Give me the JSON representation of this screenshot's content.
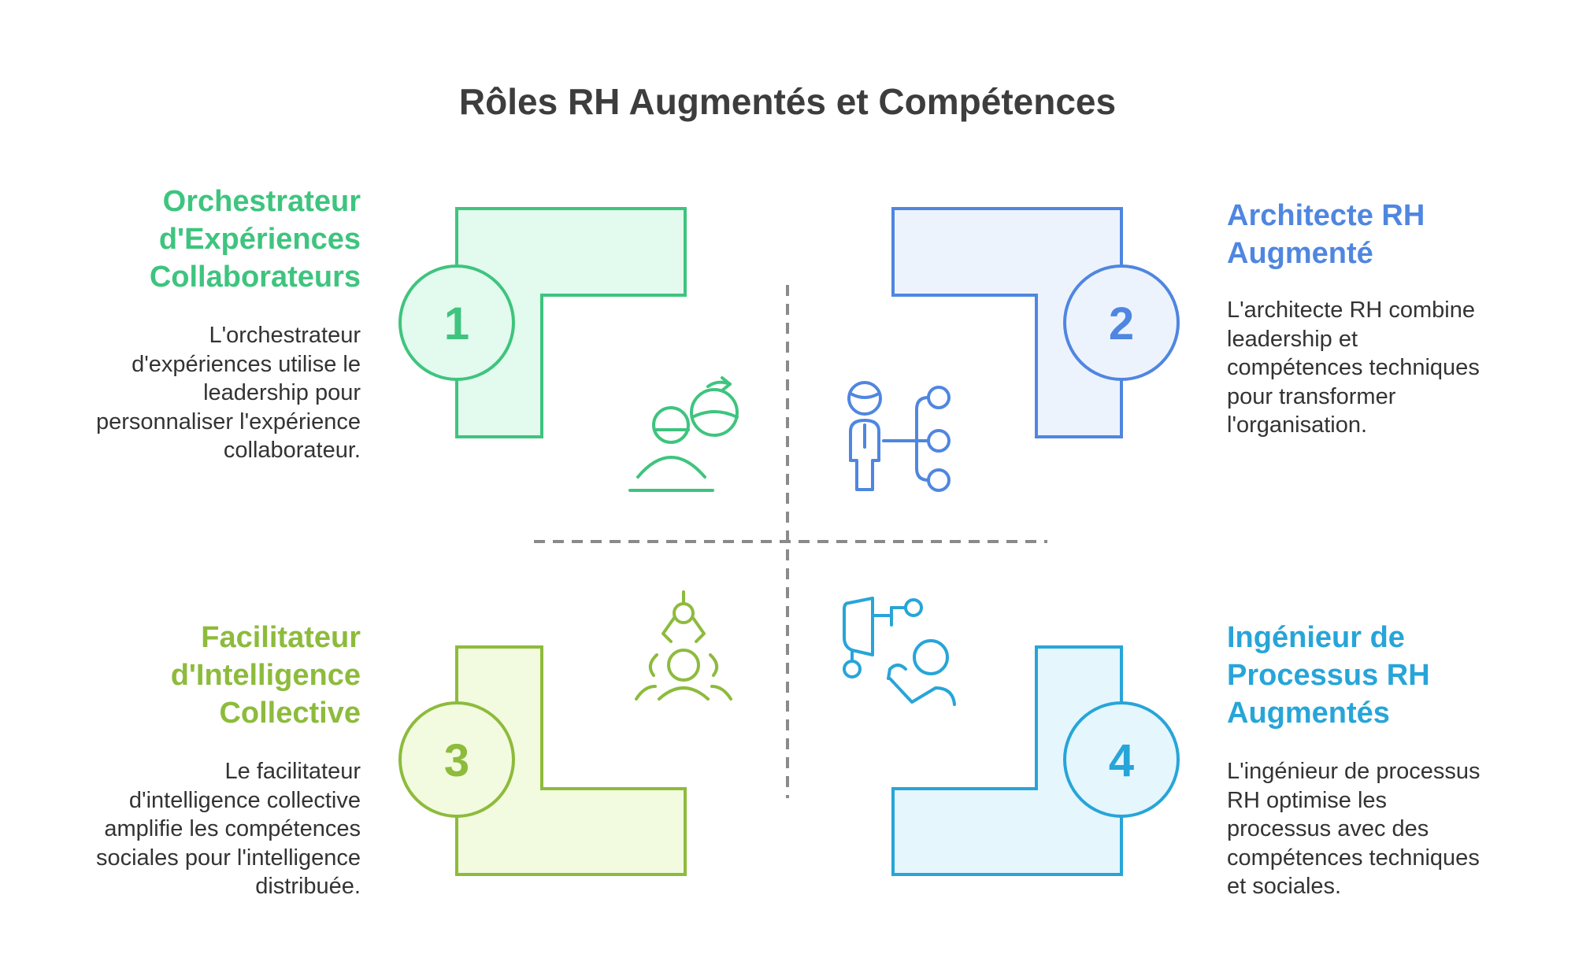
{
  "title": "Rôles RH Augmentés et Compétences",
  "colors": {
    "green": "#3ec47e",
    "blue": "#4f86e0",
    "lime": "#8dbb3c",
    "cyan": "#27a5d8",
    "divider": "#8a8a8a"
  },
  "quadrants": [
    {
      "number": "1",
      "heading": [
        "Orchestrateur",
        "d'Expériences",
        "Collaborateurs"
      ],
      "description": [
        "L'orchestrateur",
        "d'expériences utilise le",
        "leadership pour",
        "personnaliser l'expérience",
        "collaborateur."
      ],
      "icon": "people-sync-icon"
    },
    {
      "number": "2",
      "heading": [
        "Architecte RH",
        "Augmenté"
      ],
      "description": [
        "L'architecte RH combine",
        "leadership et",
        "compétences techniques",
        "pour transformer",
        "l'organisation."
      ],
      "icon": "person-network-icon"
    },
    {
      "number": "3",
      "heading": [
        "Facilitateur",
        "d'Intelligence",
        "Collective"
      ],
      "description": [
        "Le facilitateur",
        "d'intelligence collective",
        "amplifie les compétences",
        "sociales pour l'intelligence",
        "distribuée."
      ],
      "icon": "group-collaboration-icon"
    },
    {
      "number": "4",
      "heading": [
        "Ingénieur de",
        "Processus RH",
        "Augmentés"
      ],
      "description": [
        "L'ingénieur de processus",
        "RH optimise les",
        "processus avec des",
        "compétences techniques",
        "et sociales."
      ],
      "icon": "robot-arm-person-icon"
    }
  ]
}
